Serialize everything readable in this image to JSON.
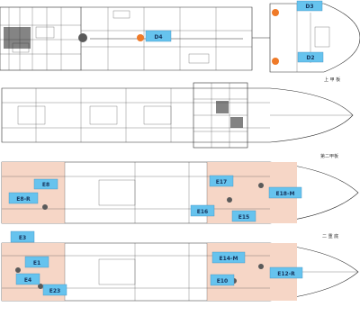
{
  "deck_labels": {
    "upper": "上 甲 板",
    "second": "第二甲板",
    "bottom": "二 重 底"
  },
  "equipment_tags": [
    {
      "id": "D3",
      "label": "D3"
    },
    {
      "id": "D4",
      "label": "D4"
    },
    {
      "id": "D2",
      "label": "D2"
    },
    {
      "id": "E8",
      "label": "E8"
    },
    {
      "id": "E8-R",
      "label": "E8-R"
    },
    {
      "id": "E17",
      "label": "E17"
    },
    {
      "id": "E18-M",
      "label": "E18-M"
    },
    {
      "id": "E16",
      "label": "E16"
    },
    {
      "id": "E15",
      "label": "E15"
    },
    {
      "id": "E3",
      "label": "E3"
    },
    {
      "id": "E1",
      "label": "E1"
    },
    {
      "id": "E4",
      "label": "E4"
    },
    {
      "id": "E23",
      "label": "E23"
    },
    {
      "id": "E14-M",
      "label": "E14-M"
    },
    {
      "id": "E10",
      "label": "E10"
    },
    {
      "id": "E12-R",
      "label": "E12-R"
    }
  ],
  "colors": {
    "tag_fill": "#66c3ee",
    "tag_text": "#15355e",
    "zone_fill": "#f6d6c6",
    "marker_orange": "#ef7a28"
  }
}
